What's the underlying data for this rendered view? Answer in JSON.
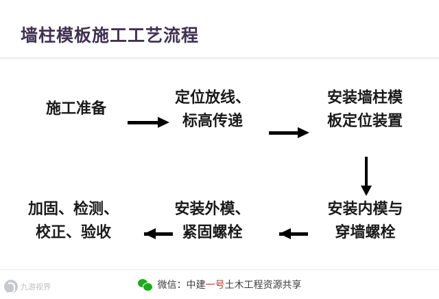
{
  "title": "墙柱模板施工工艺流程",
  "diagram": {
    "type": "flowchart",
    "nodes": [
      {
        "id": "n1",
        "label": "施工准备"
      },
      {
        "id": "n2",
        "label": "定位放线、\n标高传递"
      },
      {
        "id": "n3",
        "label": "安装墙柱模\n板定位装置"
      },
      {
        "id": "n4",
        "label": "安装内模与\n穿墙螺栓"
      },
      {
        "id": "n5",
        "label": "安装外模、\n紧固螺栓"
      },
      {
        "id": "n6",
        "label": "加固、检测、\n校正、验收"
      }
    ],
    "edges": [
      {
        "from": "n1",
        "to": "n2",
        "direction": "right"
      },
      {
        "from": "n2",
        "to": "n3",
        "direction": "right"
      },
      {
        "from": "n3",
        "to": "n4",
        "direction": "down"
      },
      {
        "from": "n4",
        "to": "n5",
        "direction": "left"
      },
      {
        "from": "n5",
        "to": "n6",
        "direction": "left"
      }
    ],
    "colors": {
      "title": "#403152",
      "node_text": "#1a1a1a",
      "arrow": "#000000"
    }
  },
  "footer": {
    "icon": "wechat-icon",
    "text_prefix": "微信：中建",
    "text_highlight": "一号",
    "text_suffix": "土木工程资源共享"
  },
  "watermark": {
    "icon": "app-logo-icon",
    "label": "九游视界"
  }
}
